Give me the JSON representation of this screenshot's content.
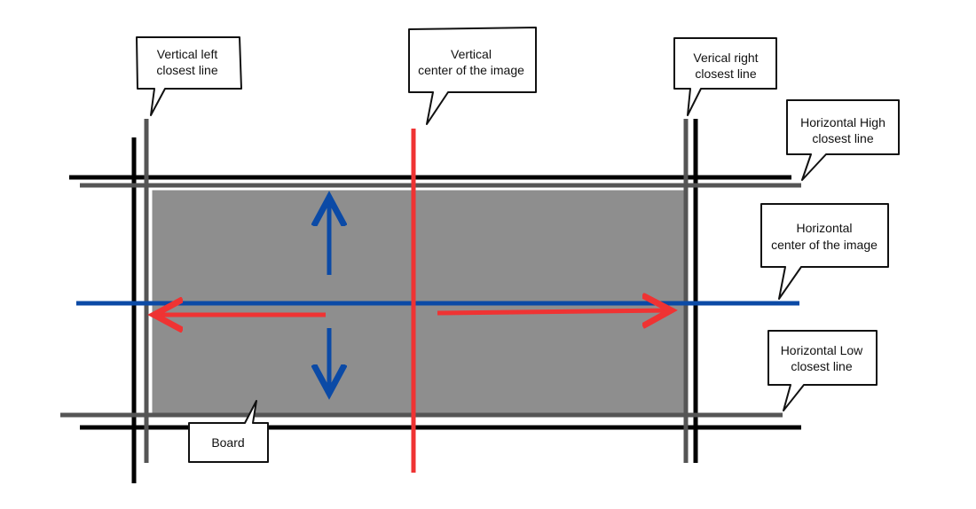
{
  "colors": {
    "board_fill": "#8e8e8e",
    "board_border": "#ffffff",
    "dark_line": "#000000",
    "grey_line": "#555555",
    "center_vertical": "#ef3333",
    "center_horizontal": "#0b4aa6",
    "arrow_red": "#ef3333",
    "arrow_blue": "#0b4aa6"
  },
  "labels": {
    "vertical_left_l1": "Vertical left",
    "vertical_left_l2": "closest line",
    "vertical_center_l1": "Vertical",
    "vertical_center_l2": "center of the image",
    "vertical_right_l1": "Verical right",
    "vertical_right_l2": "closest line",
    "horizontal_high_l1": "Horizontal High",
    "horizontal_high_l2": "closest line",
    "horizontal_center_l1": "Horizontal",
    "horizontal_center_l2": "center of the image",
    "horizontal_low_l1": "Horizontal Low",
    "horizontal_low_l2": "closest line",
    "board": "Board"
  }
}
